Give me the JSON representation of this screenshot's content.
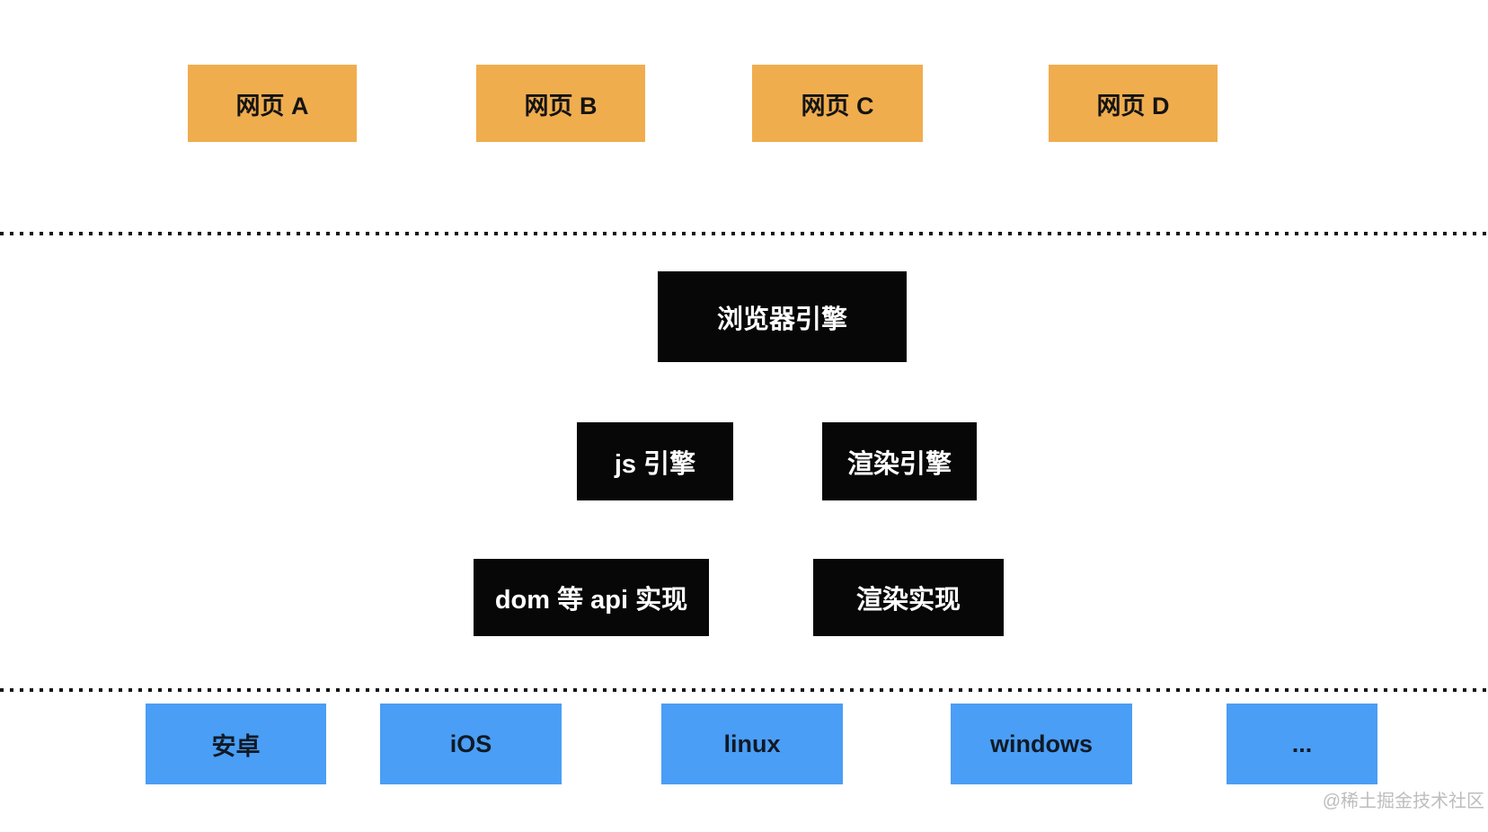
{
  "colors": {
    "webpage_bg": "#F0AD4E",
    "engine_bg": "#070707",
    "platform_bg": "#4A9EF5",
    "watermark_text": "#BDBDBD"
  },
  "layers": {
    "webpages": {
      "items": [
        {
          "label": "网页 A"
        },
        {
          "label": "网页 B"
        },
        {
          "label": "网页 C"
        },
        {
          "label": "网页 D"
        }
      ]
    },
    "browser_engine": {
      "label": "浏览器引擎"
    },
    "engines": {
      "items": [
        {
          "label": "js 引擎"
        },
        {
          "label": "渲染引擎"
        }
      ]
    },
    "implementations": {
      "items": [
        {
          "label": "dom 等 api 实现"
        },
        {
          "label": "渲染实现"
        }
      ]
    },
    "platforms": {
      "items": [
        {
          "label": "安卓"
        },
        {
          "label": "iOS"
        },
        {
          "label": "linux"
        },
        {
          "label": "windows"
        },
        {
          "label": "..."
        }
      ]
    },
    "watermark": {
      "label": "@稀土掘金技术社区"
    }
  }
}
